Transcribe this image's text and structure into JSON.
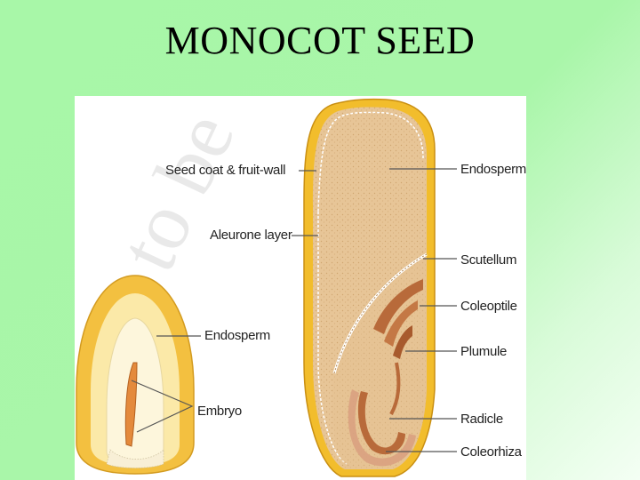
{
  "slide": {
    "title": "MONOCOT SEED"
  },
  "diagram": {
    "watermark": "not to be",
    "labels": {
      "seed_coat": "Seed coat & fruit-wall",
      "aleurone": "Aleurone layer",
      "endosperm_small": "Endosperm",
      "embryo": "Embryo",
      "endosperm_large": "Endosperm",
      "scutellum": "Scutellum",
      "coleoptile": "Coleoptile",
      "plumule": "Plumule",
      "radicle": "Radicle",
      "coleorhiza": "Coleorhiza"
    },
    "colors": {
      "background": "#a8f7a8",
      "seed_coat": "#f2bd2c",
      "endosperm": "#e6c396",
      "embryo_tissue": "#b86a3a",
      "embryo_light": "#d9a17f",
      "leader_line": "#555555"
    }
  }
}
